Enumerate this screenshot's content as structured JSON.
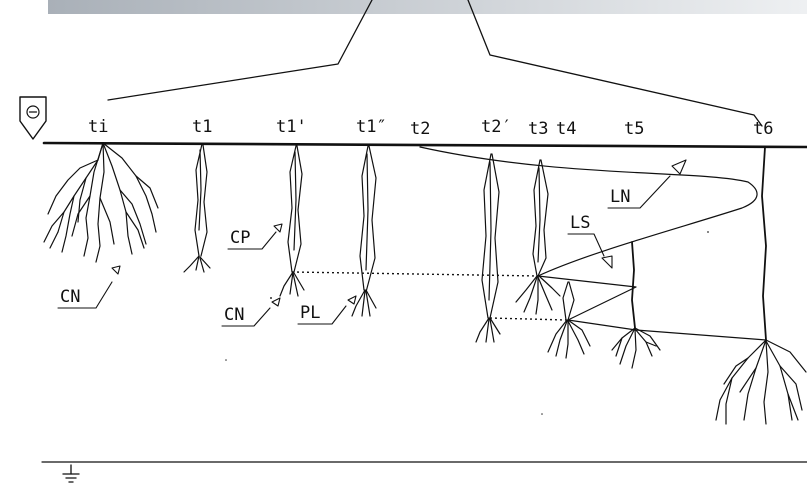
{
  "header_band": {
    "color_left": "#a9b0b8",
    "color_right": "#eef0f2"
  },
  "cathode_symbol": "⊖",
  "time_labels": [
    "ti",
    "t1",
    "t1'",
    "t1″",
    "t2",
    "t2′",
    "t3",
    "t4",
    "t5",
    "t6"
  ],
  "annotations": [
    "CN",
    "CP",
    "CN",
    "PL",
    "LN",
    "LS"
  ],
  "ink_color": "#111111"
}
